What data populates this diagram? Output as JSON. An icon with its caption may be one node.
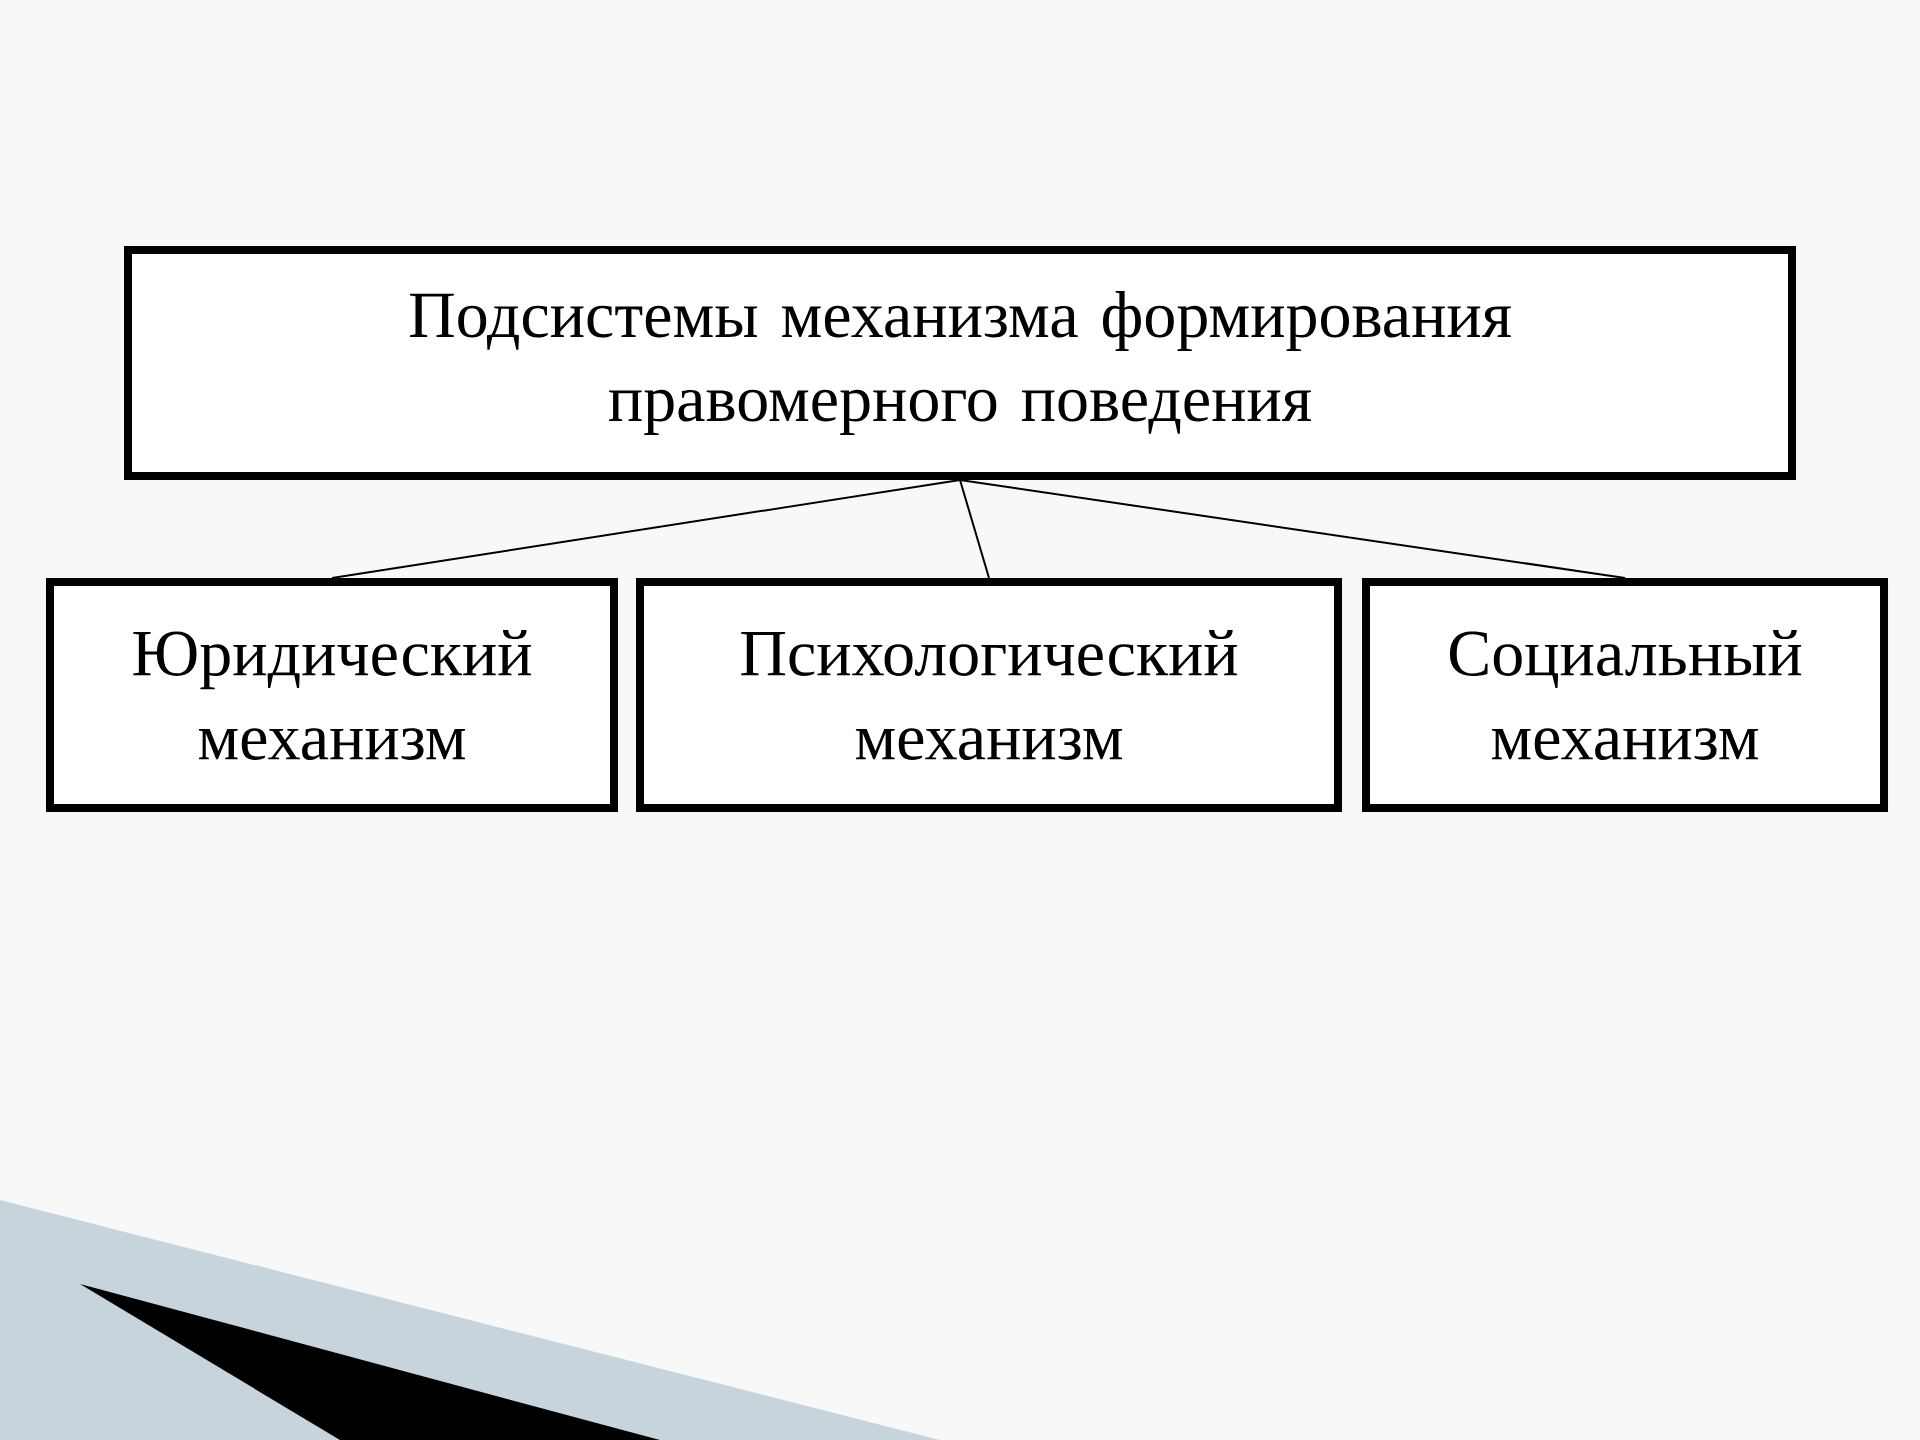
{
  "diagram": {
    "nodes": [
      {
        "text": [
          "Подсистемы механизма формирования правомерного поведения"
        ]
      },
      {
        "text": [
          "Юридический механизм"
        ]
      },
      {
        "text": [
          "Психологический механизм"
        ]
      },
      {
        "text": [
          "Социальный механизм"
        ]
      }
    ],
    "edges": [
      {
        "from": 0,
        "to": 1,
        "arrow": "none"
      },
      {
        "from": 0,
        "to": 2,
        "arrow": "none"
      },
      {
        "from": 0,
        "to": 3,
        "arrow": "none"
      }
    ]
  }
}
